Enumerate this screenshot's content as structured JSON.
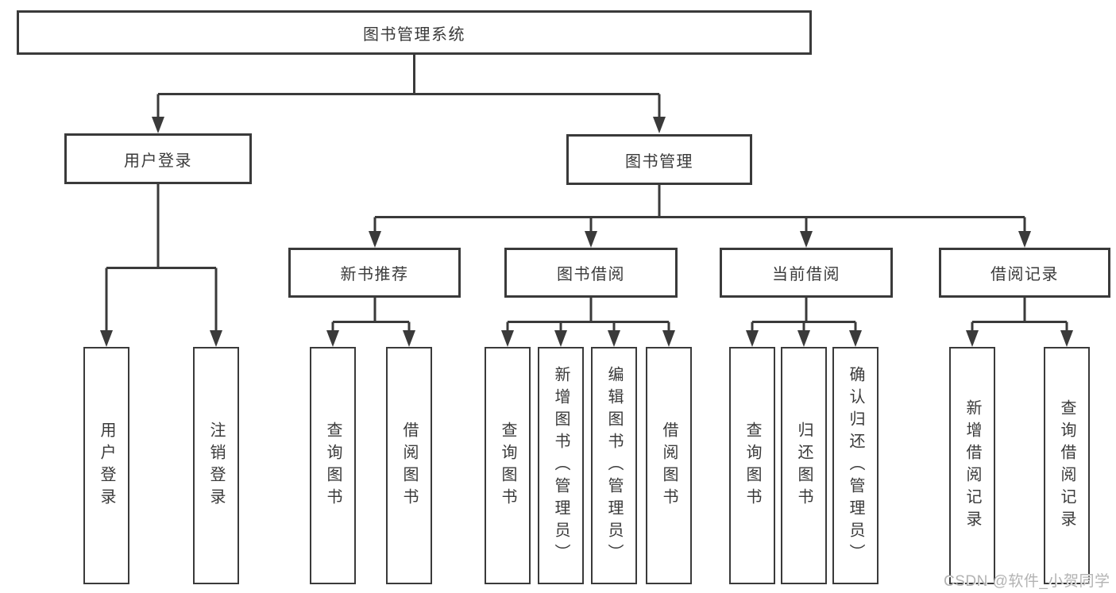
{
  "diagram": {
    "tree": {
      "label": "图书管理系统",
      "children": [
        {
          "label": "用户登录",
          "children": [
            {
              "label": "用户登录"
            },
            {
              "label": "注销登录"
            }
          ]
        },
        {
          "label": "图书管理",
          "children": [
            {
              "label": "新书推荐",
              "children": [
                {
                  "label": "查询图书"
                },
                {
                  "label": "借阅图书"
                }
              ]
            },
            {
              "label": "图书借阅",
              "children": [
                {
                  "label": "查询图书"
                },
                {
                  "label": "新增图书（管理员）"
                },
                {
                  "label": "编辑图书（管理员）"
                },
                {
                  "label": "借阅图书"
                }
              ]
            },
            {
              "label": "当前借阅",
              "children": [
                {
                  "label": "查询图书"
                },
                {
                  "label": "归还图书"
                },
                {
                  "label": "确认归还（管理员）"
                }
              ]
            },
            {
              "label": "借阅记录",
              "children": [
                {
                  "label": "新增借阅记录"
                },
                {
                  "label": "查询借阅记录"
                }
              ]
            }
          ]
        }
      ]
    },
    "colors": {
      "line": "#3a3a3a",
      "text": "#3a3a3a",
      "box_background": "#ffffff",
      "watermark": "#b3b3b3"
    }
  },
  "watermark": {
    "text": "CSDN @软件_小贺同学"
  }
}
